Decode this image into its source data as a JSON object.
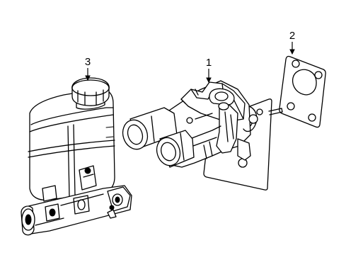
{
  "callouts": [
    {
      "id": "1",
      "label": "1"
    },
    {
      "id": "2",
      "label": "2"
    },
    {
      "id": "3",
      "label": "3"
    }
  ],
  "parts": [
    {
      "id": "master-cylinder",
      "icon": "master-cylinder-icon"
    },
    {
      "id": "brake-booster",
      "icon": "brake-booster-icon"
    },
    {
      "id": "gasket",
      "icon": "gasket-icon"
    }
  ]
}
